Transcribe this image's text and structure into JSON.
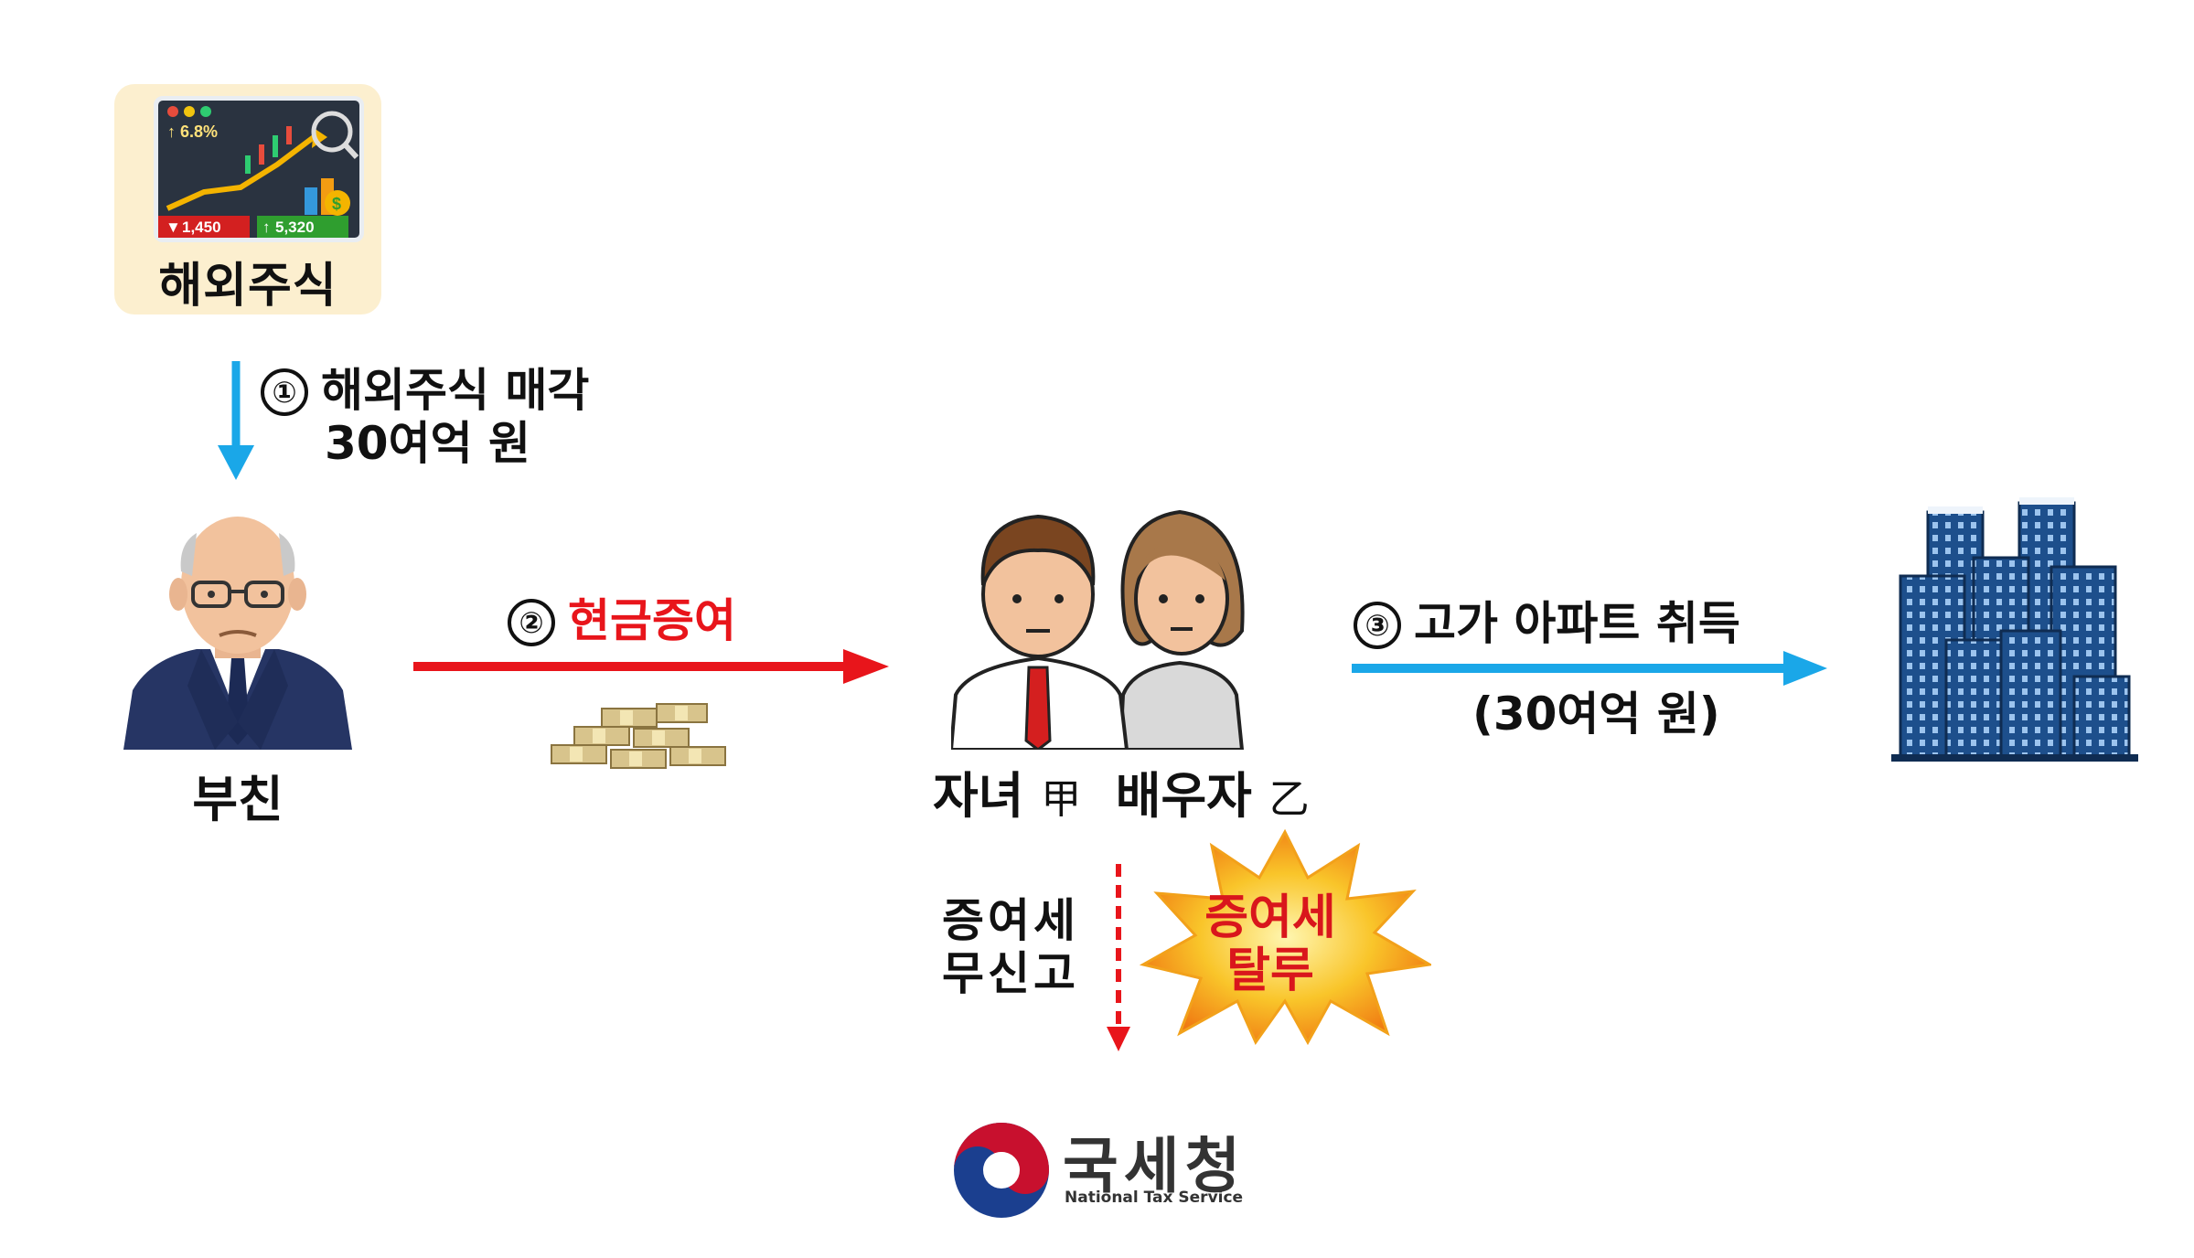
{
  "stock": {
    "label": "해외주식",
    "pct": "6.8%",
    "down_value": "1,450",
    "up_value": "5,320",
    "colors": {
      "card": "#fcefcf",
      "screen": "#2a3340",
      "down": "#d32020",
      "up": "#2f9e2f",
      "gold": "#f4b400"
    }
  },
  "step1": {
    "number": "①",
    "line1": "해외주식 매각",
    "line2": "30여억 원",
    "arrow_color": "#1aa7e8"
  },
  "parent": {
    "label": "부친",
    "icon": "elderly-man-icon"
  },
  "step2": {
    "number": "②",
    "label": "현금증여",
    "arrow_color": "#e8151b",
    "icon": "cash-bundles-icon"
  },
  "couple": {
    "child": "자녀",
    "child_tag": "甲",
    "spouse": "배우자",
    "spouse_tag": "乙",
    "icon": "couple-icon"
  },
  "step3": {
    "number": "③",
    "label": "고가 아파트 취득",
    "amount": "(30여억 원)",
    "arrow_color": "#1aa7e8"
  },
  "building": {
    "icon": "apartment-buildings-icon",
    "color": "#1d4f8c"
  },
  "unreported": {
    "line1": "증여세",
    "line2": "무신고",
    "arrow_color": "#e8151b"
  },
  "evasion": {
    "line1": "증여세",
    "line2": "탈루",
    "burst_color": "#f7a21b"
  },
  "nts": {
    "name": "국세청",
    "english": "National Tax Service",
    "colors": {
      "red": "#c8102e",
      "blue": "#1b3f8f"
    }
  }
}
